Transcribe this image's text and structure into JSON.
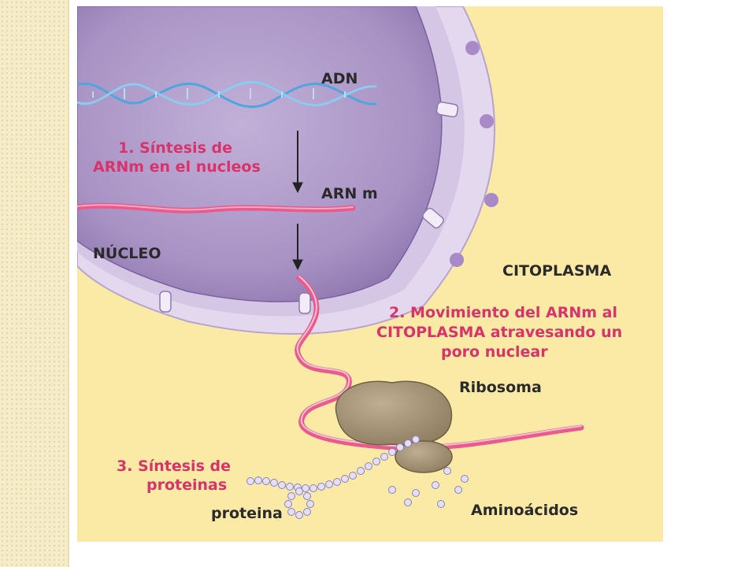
{
  "labels": {
    "adn": "ADN",
    "step1_line1": "1. Síntesis de",
    "step1_line2": "ARNm en el nucleos",
    "arnm": "ARN m",
    "nucleo": "NÚCLEO",
    "citoplasma": "CITOPLASMA",
    "step2_line1": "2. Movimiento del ARNm al",
    "step2_line2": "CITOPLASMA atravesando un",
    "step2_line3": "poro nuclear",
    "ribosoma": "Ribosoma",
    "step3_line1": "3. Síntesis de",
    "step3_line2": "proteinas",
    "proteina": "proteina",
    "aminoacidos": "Aminoácidos"
  },
  "colors": {
    "cytoplasm": "#fbeaa6",
    "nucleus": "#a892c4",
    "membrane": "#e4d8ee",
    "mrna": "#ea5a8a",
    "dna": "#4fa6dc",
    "step_text": "#d8336a",
    "label_text": "#2a2a2a",
    "ribosome": "#a8987a",
    "amino": "#d6d0ee"
  }
}
